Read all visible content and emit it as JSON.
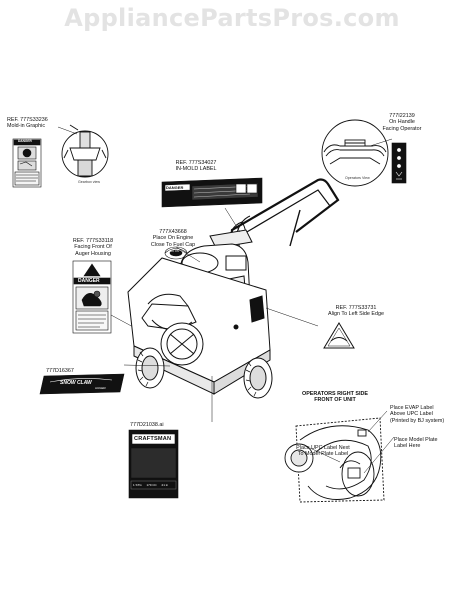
{
  "watermark": "AppliancePartsPros.com",
  "labels": {
    "molded": {
      "line1": "REF. 777S33236",
      "line2": "Mold-in Graphic"
    },
    "handle": {
      "line1": "777I22139",
      "line2": "On Handle",
      "line3": "Facing Operator"
    },
    "inmold": {
      "line1": "REF. 777S34027",
      "line2": "IN-MOLD LABEL"
    },
    "engine": {
      "line1": "777X43668",
      "line2": "Place On Engine",
      "line3": "Close To Fuel Cap"
    },
    "auger": {
      "line1": "REF. 777S33118",
      "line2": "Facing Front Of",
      "line3": "Auger Housing"
    },
    "align": {
      "line1": "REF. 777S33731",
      "line2": "Align To Left Side Edge"
    },
    "snowclaw": {
      "code": "777D16367",
      "text": "SNOW CLAW",
      "sub": "AUGER"
    },
    "craftsman": {
      "code": "777D21038.ai",
      "brand": "CRAFTSMAN",
      "sub1": "1 STG",
      "sub2": "179 CC",
      "sub3": "21 in"
    },
    "operators": {
      "line1": "OPERATORS RIGHT SIDE",
      "line2": "FRONT OF UNIT"
    },
    "evap": {
      "line1": "Place EVAP Label",
      "line2": "Above UPC Label",
      "line3": "(Printed by BJ system)"
    },
    "model": {
      "line1": "Place Model Plate",
      "line2": "Label Here"
    },
    "upc": {
      "line1": "Place UPC Label Next",
      "line2": "To Model Plate Label"
    }
  },
  "inset_captions": {
    "molded_view": "Gearbox view",
    "handle_view": "Operators View"
  },
  "decals": {
    "danger_small": "DANGER",
    "danger_auger": "DANGER",
    "danger_inmold": "DANGER",
    "engine_cap": "OFF ON"
  }
}
